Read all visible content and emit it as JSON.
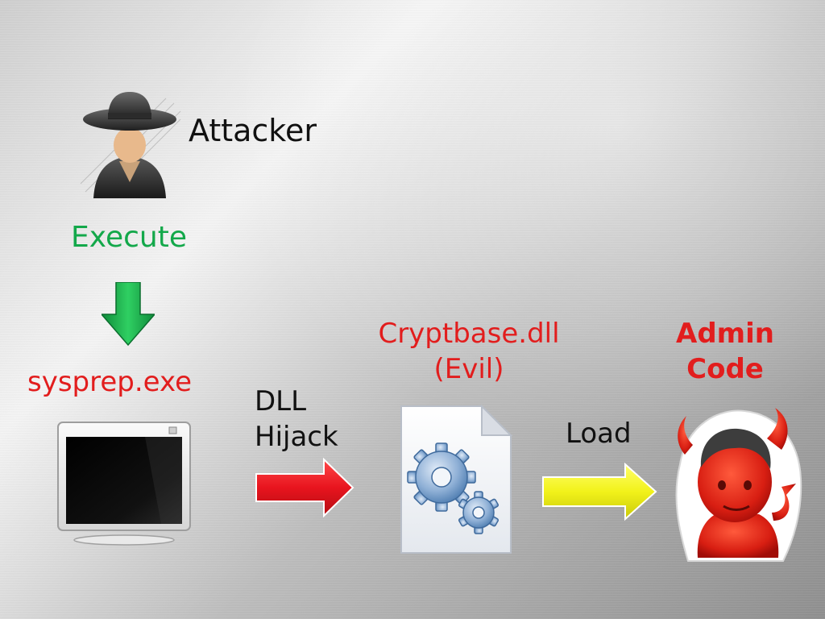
{
  "attacker": {
    "label": "Attacker"
  },
  "step_execute": {
    "label": "Execute"
  },
  "process": {
    "label": "sysprep.exe"
  },
  "hijack": {
    "line1": "DLL",
    "line2": "Hijack"
  },
  "dll": {
    "line1": "Cryptbase.dll",
    "line2": "(Evil)"
  },
  "load": {
    "label": "Load"
  },
  "result": {
    "line1": "Admin",
    "line2": "Code"
  },
  "colors": {
    "execute_green": "#13a84a",
    "process_red": "#e21d1d",
    "hijack_arrow": "#e8141e",
    "load_arrow": "#f2f21a"
  }
}
